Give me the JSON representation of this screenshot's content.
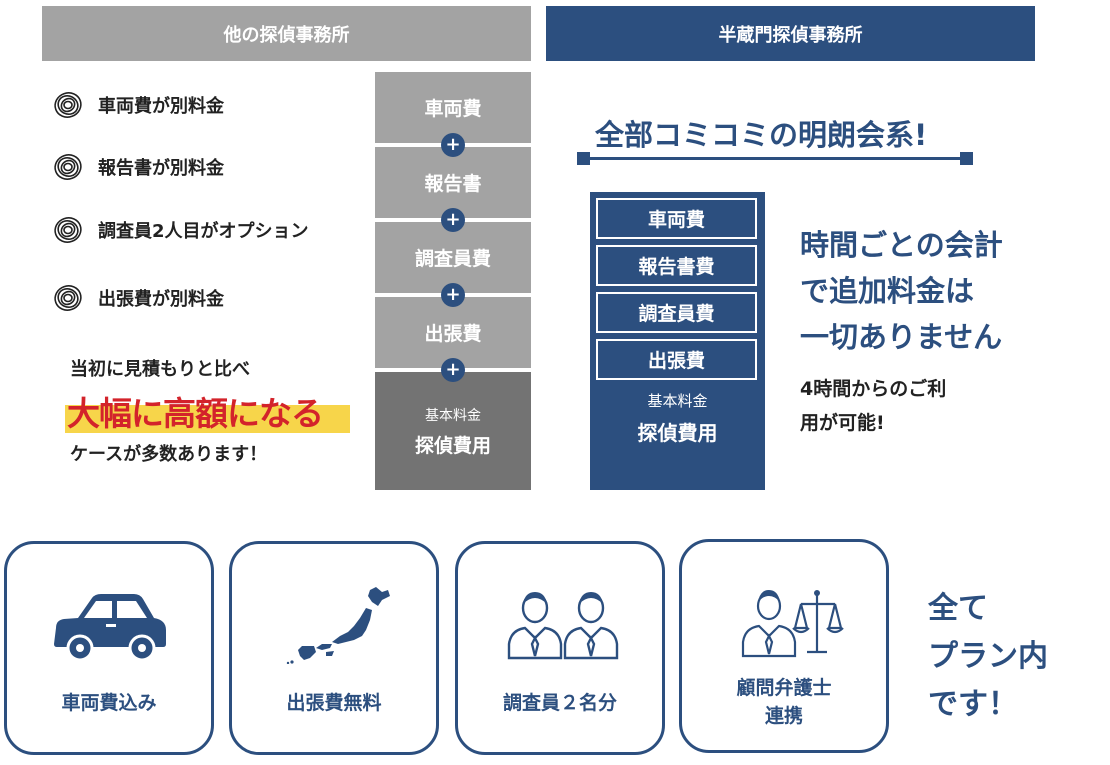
{
  "headers": {
    "other": "他の探偵事務所",
    "ours": "半蔵門探偵事務所"
  },
  "extra_fees": [
    "車両費が別料金",
    "報告書が別料金",
    "調査員2人目がオプション",
    "出張費が別料金"
  ],
  "warning": {
    "line1": "当初に見積もりと比べ",
    "highlight": "大幅に高額になる",
    "line2": "ケースが多数あります！"
  },
  "other_stack": {
    "items": [
      "車両費",
      "報告書",
      "調査員費",
      "出張費"
    ],
    "plus_symbol": "+",
    "base_small": "基本料金",
    "base_big": "探偵費用"
  },
  "ours_stack": {
    "slogan": "全部コミコミの明朗会系!",
    "items": [
      "車両費",
      "報告書費",
      "調査員費",
      "出張費"
    ],
    "base_small": "基本料金",
    "base_big": "探偵費用"
  },
  "claim": {
    "lines": [
      "時間ごとの会計",
      "で追加料金は",
      "一切ありません"
    ],
    "sub_lines": [
      "4時間からのご利",
      "用が可能!"
    ]
  },
  "features": [
    {
      "label": "車両費込み",
      "icon": "car-icon"
    },
    {
      "label": "出張費無料",
      "icon": "japan-map-icon"
    },
    {
      "label": "調査員２名分",
      "icon": "two-investigators-icon"
    },
    {
      "label_lines": [
        "顧問弁護士",
        "連携"
      ],
      "icon": "lawyer-icon"
    }
  ],
  "all_plans": [
    "全て",
    "プラン内",
    "です！"
  ],
  "colors": {
    "navy": "#2c4f7f",
    "gray": "#a3a3a3",
    "dark_gray": "#737373",
    "highlight_red": "#d3232b",
    "highlight_yellow": "#f7d54a"
  }
}
